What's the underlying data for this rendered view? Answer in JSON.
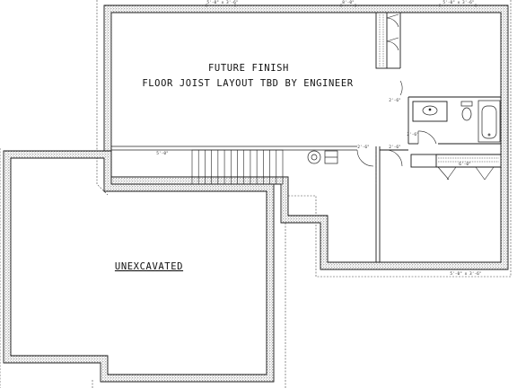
{
  "labels": {
    "future_finish": "FUTURE FINISH",
    "joist_note": "FLOOR JOIST LAYOUT TBD BY ENGINEER",
    "unexcavated": "UNEXCAVATED"
  },
  "dimensions": {
    "top_left": "5'-0\" x 3'-6\"",
    "top_mid": "8'-0\"",
    "top_right": "5'-0\" x 3'-6\"",
    "door_bath": "2'-6\"",
    "stair_left": "5'-0\"",
    "door_a": "2'-6\"",
    "door_b": "2'-6\"",
    "closet_door": "2'-6\"",
    "closet_right": "6'-0\"",
    "bottom_right": "5'-0\" x 3'-6\""
  },
  "colors": {
    "wall": "#1a1a1a",
    "fill": "#9a9a9a"
  }
}
